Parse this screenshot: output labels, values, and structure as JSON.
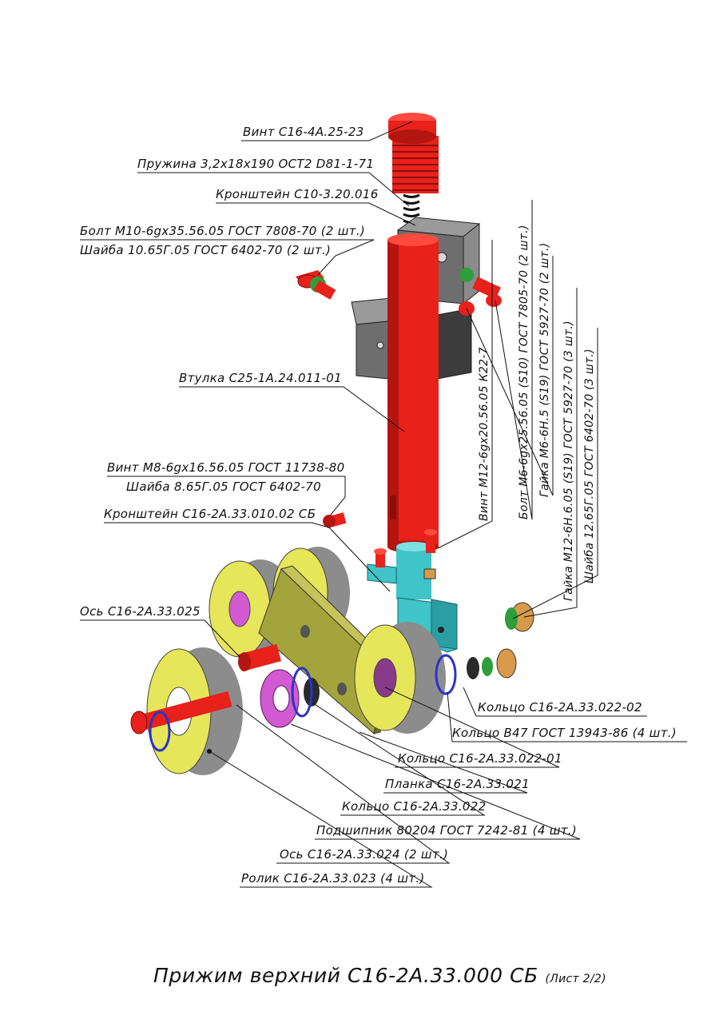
{
  "labels": {
    "vint_top": "Винт С16-4А.25-23",
    "spring": "Пружина 3,2х18х190 ОСТ2 D81-1-71",
    "bracket_top": "Кронштейн С10-3.20.016",
    "bolt_m10": "Болт М10-6gх35.56.05 ГОСТ 7808-70 (2 шт.)",
    "washer_10": "Шайба 10.65Г.05 ГОСТ 6402-70 (2 шт.)",
    "bushing": "Втулка С25-1А.24.011-01",
    "vint_m8": "Винт М8-6gх16.56.05 ГОСТ 11738-80",
    "washer_8": "Шайба 8.65Г.05 ГОСТ 6402-70",
    "bracket_mid": "Кронштейн С16-2А.33.010.02 СБ",
    "axle_025": "Ось С16-2А.33.025",
    "ring_022_02": "Кольцо С16-2А.33.022-02",
    "ring_b47": "Кольцо В47 ГОСТ 13943-86 (4 шт.)",
    "ring_022_01": "Кольцо С16-2А.33.022-01",
    "plate": "Планка С16-2А.33.021",
    "ring_022": "Кольцо С16-2А.33.022",
    "bearing": "Подшипник 80204 ГОСТ 7242-81 (4 шт.)",
    "axle_024": "Ось С16-2А.33.024 (2 шт.)",
    "roller": "Ролик С16-2А.33.023 (4 шт.)"
  },
  "vertical_labels": {
    "vint_m12": "Винт М12-6gх20.56.05 К22-7",
    "bolt_m6": "Болт М6-6gх25.56.05 (S10) ГОСТ 7805-70 (2 шт.)",
    "nut_m6": "Гайка М6-6Н.5 (S19) ГОСТ 5927-70 (2 шт.)",
    "nut_m12": "Гайка М12-6Н.6.05 (S19) ГОСТ 5927-70 (3 шт.)",
    "washer_12": "Шайба 12.65Г.05 ГОСТ 6402-70 (3 шт.)"
  },
  "title": {
    "main": "Прижим верхний С16-2А.33.000 СБ",
    "sheet": "(Лист 2/2)"
  },
  "colors": {
    "red": "#e8211b",
    "gray": "#8c8c8c",
    "darkgray": "#4a4a4a",
    "cyan": "#3fc4c8",
    "olive": "#a4a43c",
    "yellow": "#e6e65a",
    "magenta": "#d25ad2",
    "blue": "#2a34c8",
    "green": "#2e9e3a",
    "bronze": "#d89a4a"
  }
}
